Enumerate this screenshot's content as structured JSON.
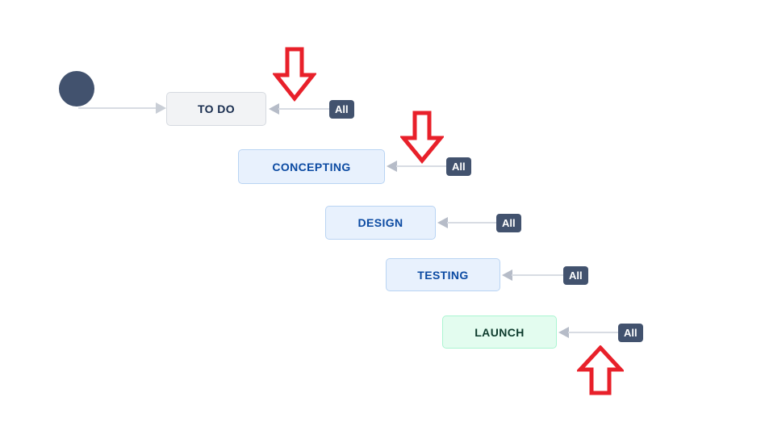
{
  "workflow": {
    "start_node_label": "start",
    "statuses": [
      {
        "label": "TO DO",
        "category": "todo",
        "incoming_transition_label": "All"
      },
      {
        "label": "CONCEPTING",
        "category": "in-progress",
        "incoming_transition_label": "All"
      },
      {
        "label": "DESIGN",
        "category": "in-progress",
        "incoming_transition_label": "All"
      },
      {
        "label": "TESTING",
        "category": "in-progress",
        "incoming_transition_label": "All"
      },
      {
        "label": "LAUNCH",
        "category": "done",
        "incoming_transition_label": "All"
      }
    ]
  },
  "annotations": {
    "arrows": [
      {
        "direction": "down",
        "points_at": "transition line into TO DO"
      },
      {
        "direction": "down",
        "points_at": "transition line into CONCEPTING"
      },
      {
        "direction": "up",
        "points_at": "transition line into LAUNCH"
      }
    ],
    "arrow_color": "#e8202a"
  },
  "colors": {
    "start_node": "#42526e",
    "badge_background": "#42526e",
    "badge_text": "#ffffff",
    "status_todo_background": "#f2f3f5",
    "status_todo_text": "#172b4d",
    "status_inprogress_background": "#e8f1fd",
    "status_inprogress_text": "#0b4aa2",
    "status_done_background": "#e3fcef",
    "status_done_text": "#0d3b2d",
    "connector": "#d8dce3"
  }
}
